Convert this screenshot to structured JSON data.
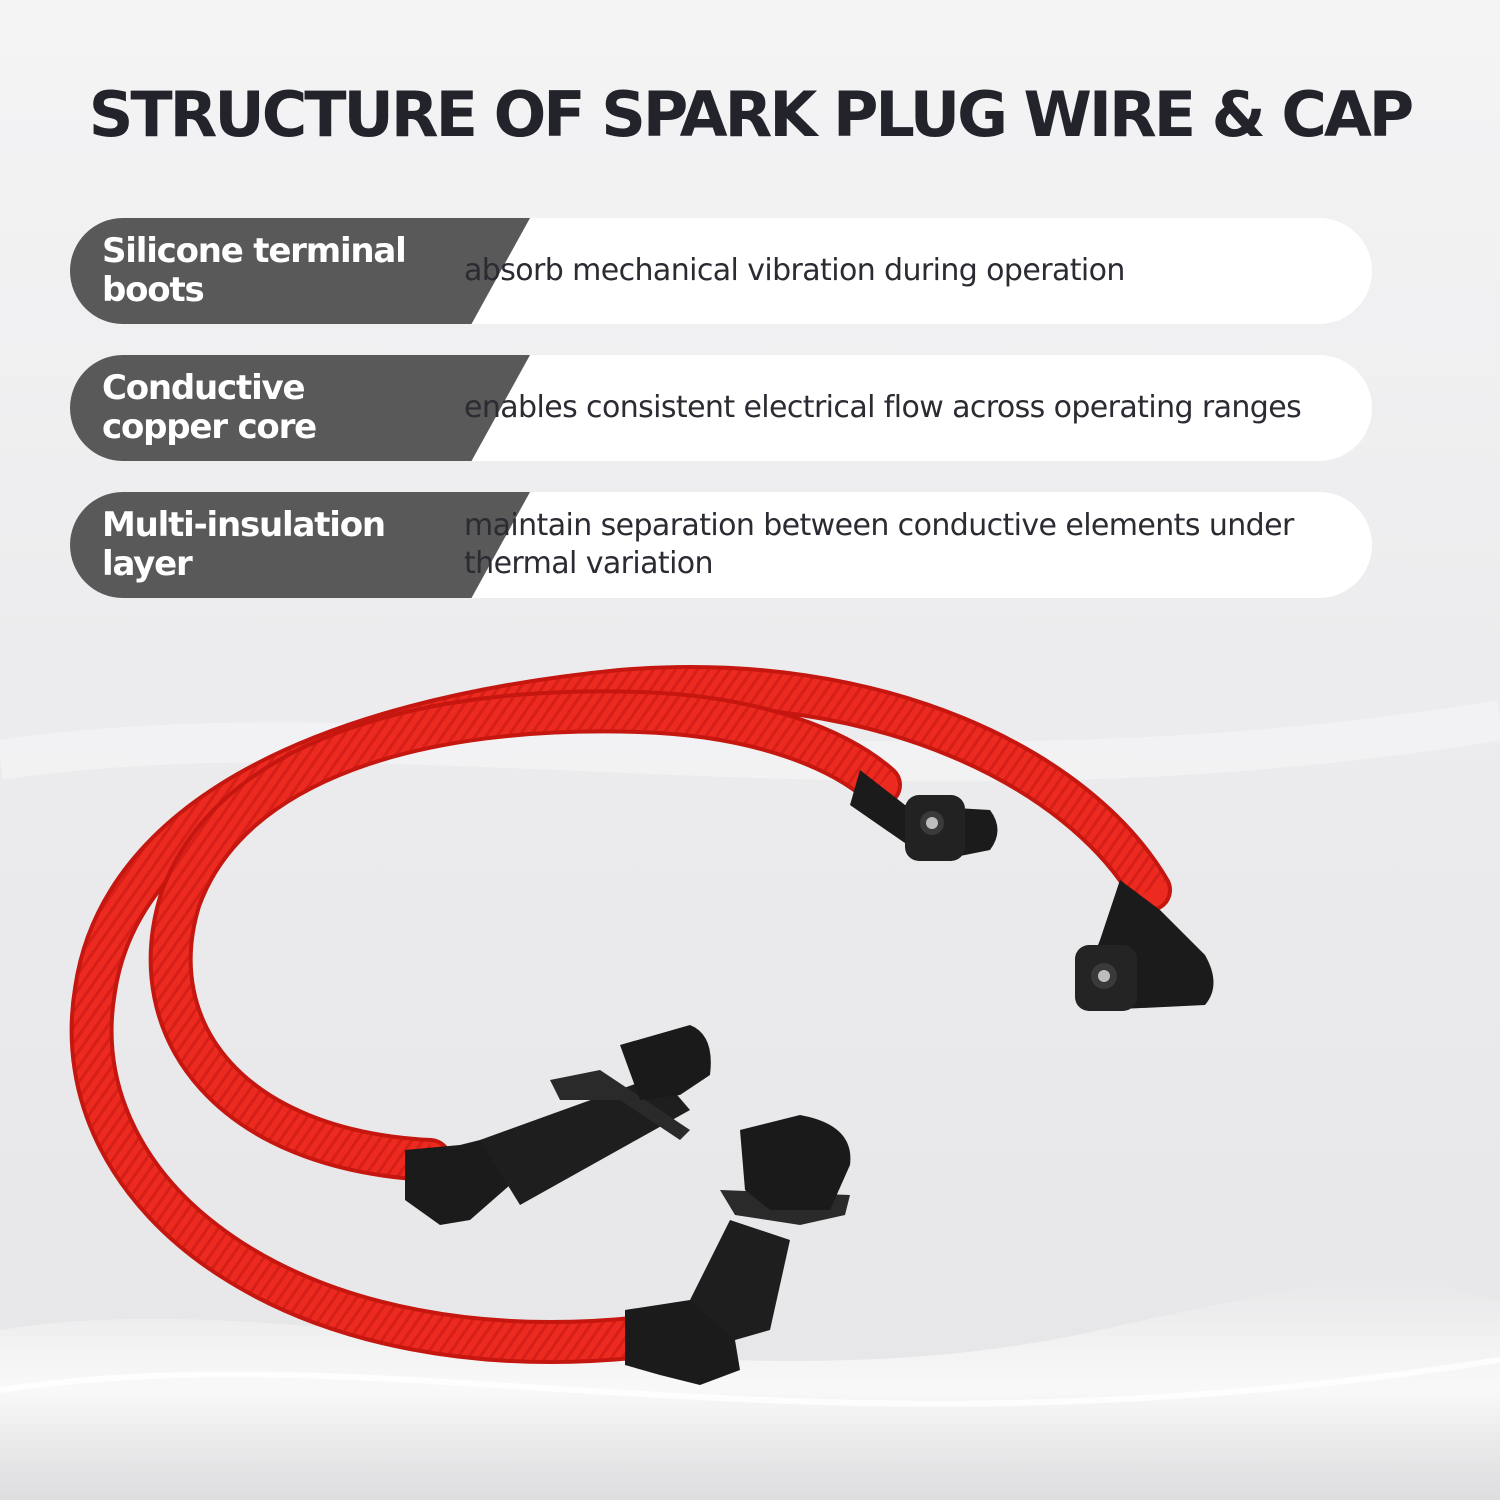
{
  "title": "STRUCTURE OF SPARK PLUG WIRE & CAP",
  "features": [
    {
      "label": "Silicone terminal boots",
      "description": "absorb mechanical vibration during operation"
    },
    {
      "label": "Conductive copper core",
      "description": "enables consistent electrical flow across operating ranges"
    },
    {
      "label": "Multi-insulation layer",
      "description": "maintain separation between conductive elements under thermal variation"
    }
  ],
  "colors": {
    "wire": "#e8261e",
    "boot": "#1c1c1c",
    "label_background": "#595959",
    "title": "#23232b"
  },
  "product_image": "red-spark-plug-wire-set-with-black-boots"
}
